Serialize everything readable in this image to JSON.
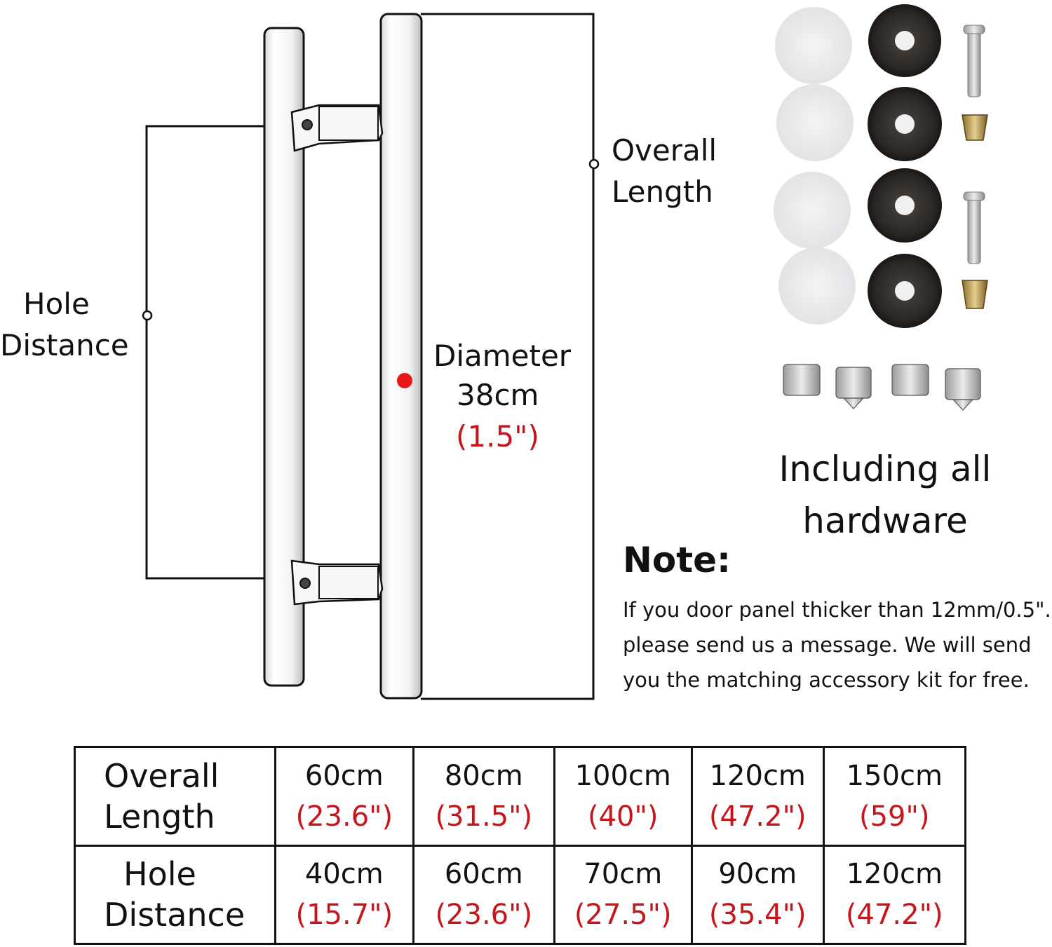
{
  "labels": {
    "hole_distance": [
      "Hole",
      "Distance"
    ],
    "overall_length": [
      "Overall",
      "Length"
    ],
    "diameter": {
      "title": "Diameter",
      "metric": "38cm",
      "imperial": "(1.5\")"
    }
  },
  "hardware": {
    "caption": [
      "Including all",
      "hardware"
    ]
  },
  "note": {
    "title": "Note:",
    "lines": [
      "If you door panel thicker than 12mm/0.5\".",
      "please send us a message. We will send",
      "you the matching accessory kit for free."
    ]
  },
  "spec_table": {
    "rows": [
      {
        "header": [
          "Overall",
          "Length"
        ],
        "cells": [
          {
            "metric": "60cm",
            "imperial": "(23.6\")"
          },
          {
            "metric": "80cm",
            "imperial": "(31.5\")"
          },
          {
            "metric": "100cm",
            "imperial": "(40\")"
          },
          {
            "metric": "120cm",
            "imperial": "(47.2\")"
          },
          {
            "metric": "150cm",
            "imperial": "(59\")"
          }
        ]
      },
      {
        "header": [
          "Hole",
          "Distance"
        ],
        "cells": [
          {
            "metric": "40cm",
            "imperial": "(15.7\")"
          },
          {
            "metric": "60cm",
            "imperial": "(23.6\")"
          },
          {
            "metric": "70cm",
            "imperial": "(27.5\")"
          },
          {
            "metric": "90cm",
            "imperial": "(35.4\")"
          },
          {
            "metric": "120cm",
            "imperial": "(47.2\")"
          }
        ]
      }
    ]
  },
  "colors": {
    "accent_red": "#c8151b",
    "washer_dark": "#2b2623",
    "washer_light": "#e9e9ec"
  }
}
